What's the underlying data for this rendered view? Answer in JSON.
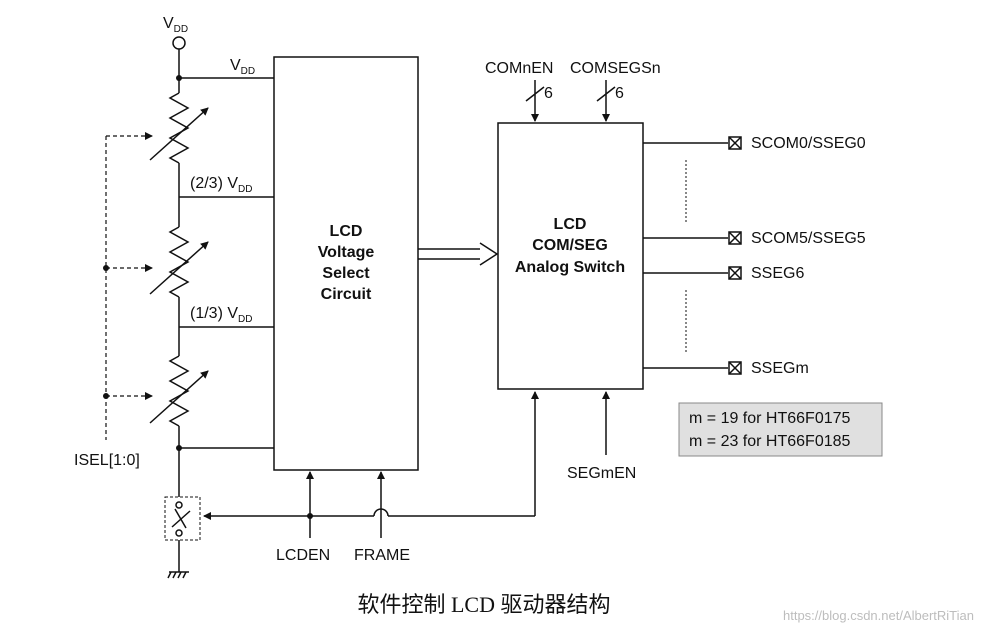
{
  "vdd_top": {
    "main": "V",
    "sub": "DD"
  },
  "vdd_in": {
    "main": "V",
    "sub": "DD"
  },
  "tap_23": {
    "main": "(2/3) V",
    "sub": "DD"
  },
  "tap_13": {
    "main": "(1/3) V",
    "sub": "DD"
  },
  "isel": "ISEL[1:0]",
  "voltage_block": [
    "LCD",
    "Voltage",
    "Select",
    "Circuit"
  ],
  "switch_block": [
    "LCD",
    "COM/SEG",
    "Analog Switch"
  ],
  "com_en": "COMnEN",
  "comseg_sn": "COMSEGSn",
  "bus_width_a": "6",
  "bus_width_b": "6",
  "outputs": [
    "SCOM0/SSEG0",
    "SCOM5/SSEG5",
    "SSEG6",
    "SSEGm"
  ],
  "seg_men": "SEGmEN",
  "lcden": "LCDEN",
  "frame": "FRAME",
  "note": [
    "m = 19 for HT66F0175",
    "m = 23 for HT66F0185"
  ],
  "caption": "软件控制 LCD 驱动器结构",
  "watermark": "https://blog.csdn.net/AlbertRiTian"
}
